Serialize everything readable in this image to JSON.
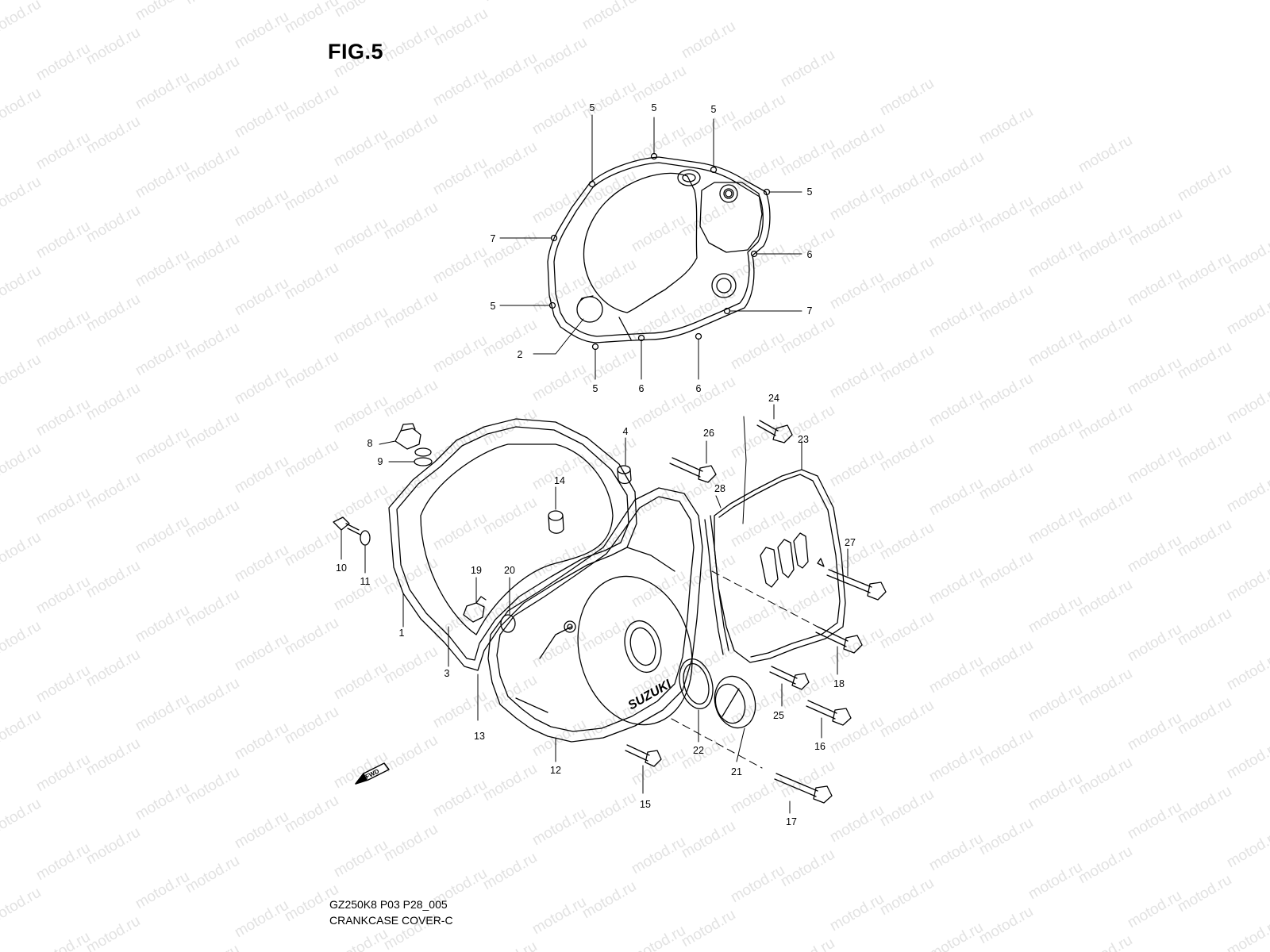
{
  "figure": {
    "title": "FIG.5",
    "code": "GZ250K8 P03 P28_005",
    "name": "CRANKCASE COVER-C"
  },
  "watermark_text": "motod.ru",
  "fwd_label": "FWD",
  "logo_text": "SUZUKI",
  "callouts": {
    "c5a": "5",
    "c5b": "5",
    "c5c": "5",
    "c5d": "5",
    "c5e": "5",
    "c5f": "5",
    "c6a": "6",
    "c6b": "6",
    "c6c": "6",
    "c7a": "7",
    "c7b": "7",
    "c2": "2",
    "c1": "1",
    "c3": "3",
    "c4": "4",
    "c8": "8",
    "c9": "9",
    "c10": "10",
    "c11": "11",
    "c12": "12",
    "c13": "13",
    "c14": "14",
    "c15": "15",
    "c16": "16",
    "c17": "17",
    "c18": "18",
    "c19": "19",
    "c20": "20",
    "c21": "21",
    "c22": "22",
    "c23": "23",
    "c24": "24",
    "c25": "25",
    "c26": "26",
    "c27": "27",
    "c28": "28"
  },
  "colors": {
    "line": "#000000",
    "watermark": "#e2e2e2",
    "background": "#ffffff"
  }
}
